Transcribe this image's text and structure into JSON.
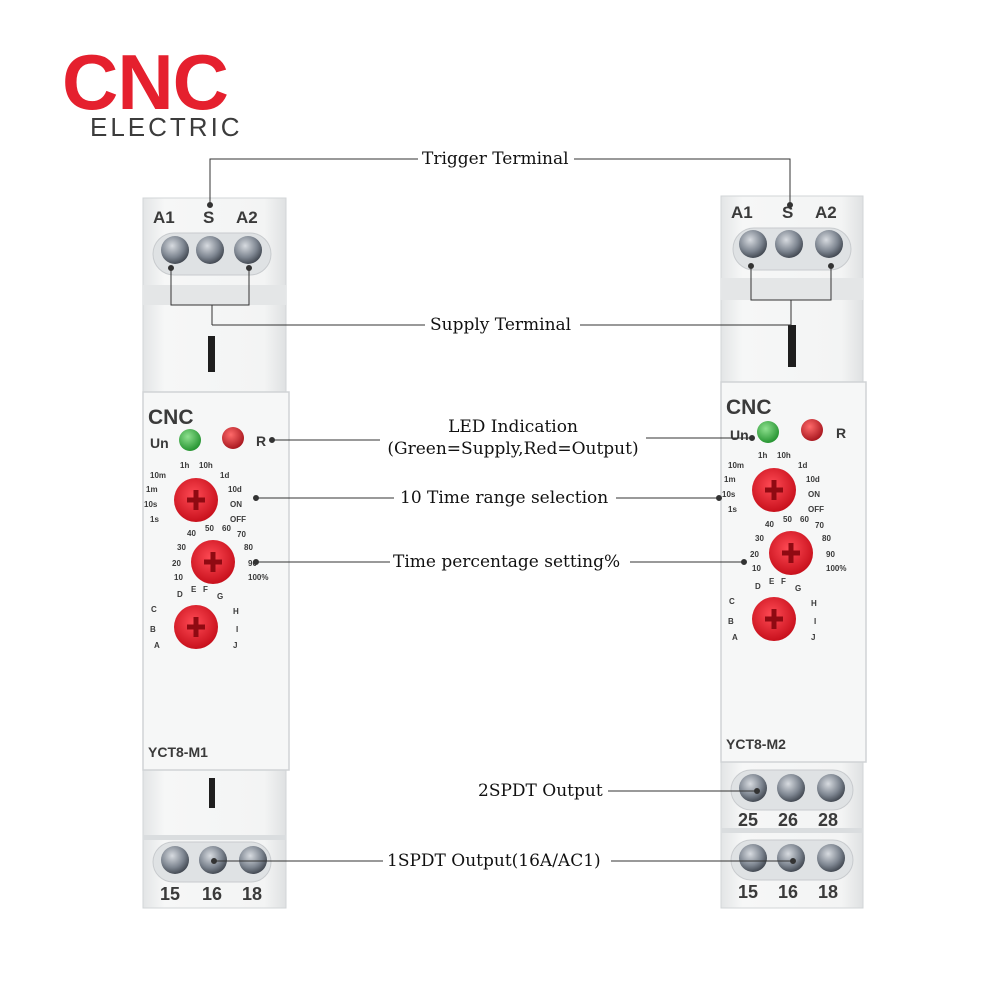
{
  "brand": {
    "name": "CNC",
    "sub": "ELECTRIC",
    "color": "#e5202e"
  },
  "callouts": {
    "trigger": "Trigger Terminal",
    "supply": "Supply Terminal",
    "led_title": "LED Indication",
    "led_detail": "(Green=Supply,Red=Output)",
    "time_range": "10 Time range selection",
    "percentage": "Time percentage setting%",
    "output_2spdt": "2SPDT Output",
    "output_1spdt": "1SPDT Output(16A/AC1)"
  },
  "devices": [
    {
      "model": "YCT8-M1",
      "logo": "CNC",
      "top_terminals": [
        "A1",
        "S",
        "A2"
      ],
      "bottom_terminals": [
        "15",
        "16",
        "18"
      ],
      "led_un": "Un",
      "led_r": "R",
      "range_labels": [
        "1h",
        "10h",
        "10m",
        "1d",
        "1m",
        "10d",
        "10s",
        "ON",
        "1s",
        "OFF"
      ],
      "pct_labels": [
        "40",
        "50",
        "60",
        "70",
        "30",
        "80",
        "20",
        "90",
        "10",
        "100%"
      ],
      "func_labels": [
        "D",
        "E",
        "F",
        "G",
        "C",
        "H",
        "B",
        "I",
        "A",
        "J"
      ]
    },
    {
      "model": "YCT8-M2",
      "logo": "CNC",
      "top_terminals": [
        "A1",
        "S",
        "A2"
      ],
      "mid_terminals": [
        "25",
        "26",
        "28"
      ],
      "bottom_terminals": [
        "15",
        "16",
        "18"
      ],
      "led_un": "Un",
      "led_r": "R",
      "range_labels": [
        "1h",
        "10h",
        "10m",
        "1d",
        "1m",
        "10d",
        "10s",
        "ON",
        "1s",
        "OFF"
      ],
      "pct_labels": [
        "40",
        "50",
        "60",
        "70",
        "30",
        "80",
        "20",
        "90",
        "10",
        "100%"
      ],
      "func_labels": [
        "D",
        "E",
        "F",
        "G",
        "C",
        "H",
        "B",
        "I",
        "A",
        "J"
      ]
    }
  ],
  "colors": {
    "knob": "#e8202e",
    "led_green": "#2fa83a",
    "led_red": "#c4161c",
    "body": "#f1f2f2"
  }
}
